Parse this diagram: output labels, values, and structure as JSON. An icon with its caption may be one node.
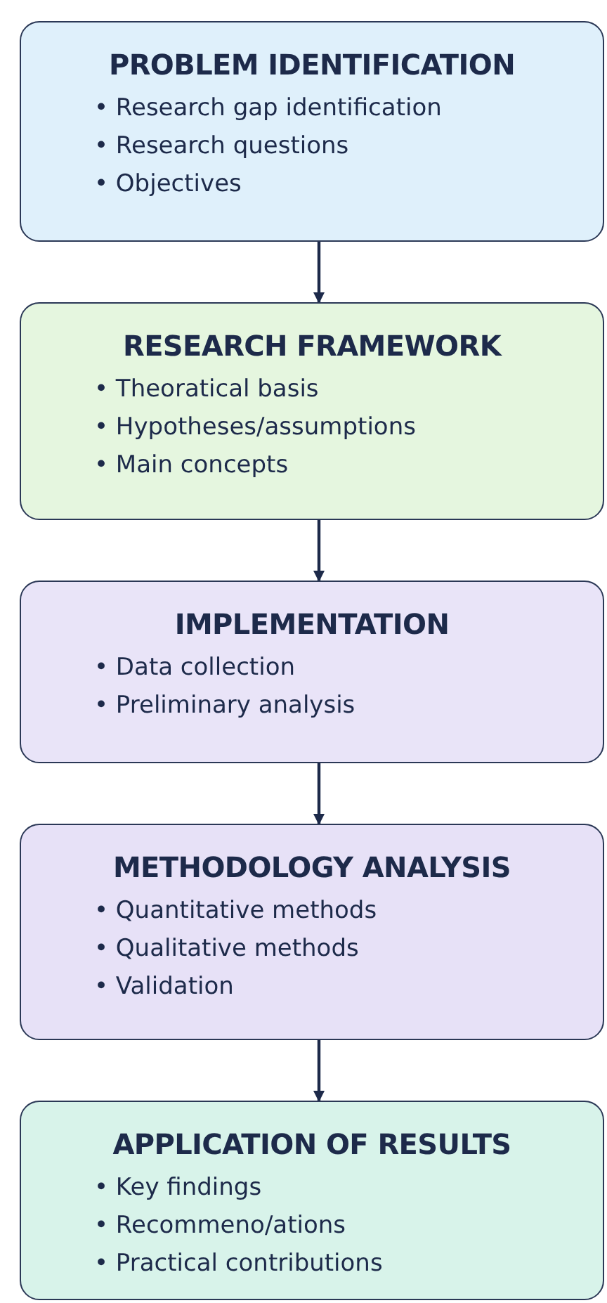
{
  "diagram": {
    "nodes": [
      {
        "text": [
          "PROBLEM IDENTIFICATION",
          "• Research gap identification",
          "• Research questions",
          "• Objectives"
        ]
      },
      {
        "text": [
          "RESEARCH FRAMEWORK",
          "• Theoratical basis",
          "• Hypotheses/assumptions",
          "• Main concepts"
        ]
      },
      {
        "text": [
          "IMPLEMENTATION",
          "• Data collection",
          "• Preliminary analysis"
        ]
      },
      {
        "text": [
          "METHODOLOGY ANALYSIS",
          "• Quantitative methods",
          "• Qualitative methods",
          "• Validation"
        ]
      },
      {
        "text": [
          "APPLICATION OF RESULTS",
          "• Key findings",
          "• Recommeno/ations",
          "• Practical contributions"
        ]
      }
    ],
    "edges": [
      {
        "from": 0,
        "to": 1,
        "arrow": "to"
      },
      {
        "from": 1,
        "to": 2,
        "arrow": "to"
      },
      {
        "from": 2,
        "to": 3,
        "arrow": "to"
      },
      {
        "from": 3,
        "to": 4,
        "arrow": "to"
      }
    ]
  }
}
